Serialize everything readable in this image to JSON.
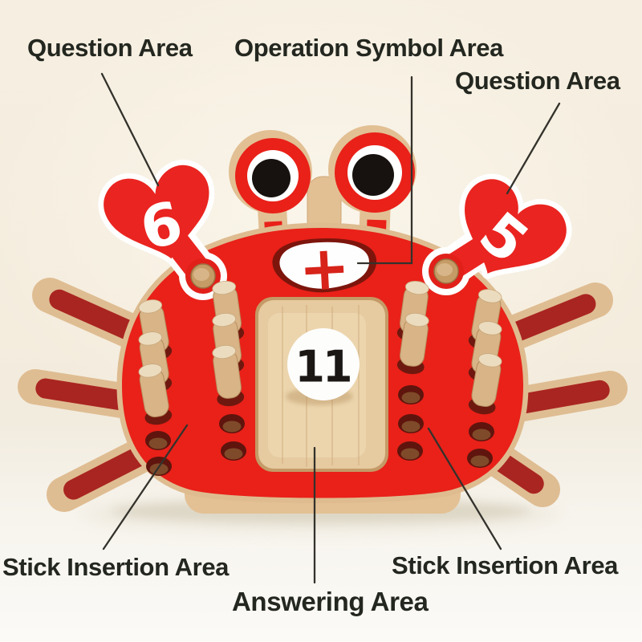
{
  "annotations": {
    "question_area_left": "Question Area",
    "operation_symbol_area": "Operation Symbol Area",
    "question_area_right": "Question Area",
    "stick_insertion_area_left": "Stick Insertion Area",
    "answering_area": "Answering Area",
    "stick_insertion_area_right": "Stick Insertion Area"
  },
  "toy": {
    "left_claw_value": "6",
    "right_claw_value": "5",
    "operation_symbol": "+",
    "answer_value": "11",
    "left_stick_count": 6,
    "right_stick_count": 5
  },
  "colors": {
    "background_cream": "#f5efe1",
    "body_red": "#e92119",
    "leg_stick_dark_red": "#a92521",
    "wood_light": "#e2c094",
    "wood_tray": "#e6caa0",
    "card_white": "#ffffff",
    "plus_red": "#d7231a",
    "answer_text_black": "#1b1714",
    "label_text": "#23271f",
    "leader_line": "#33322c",
    "eye_pupil": "#17120f"
  }
}
